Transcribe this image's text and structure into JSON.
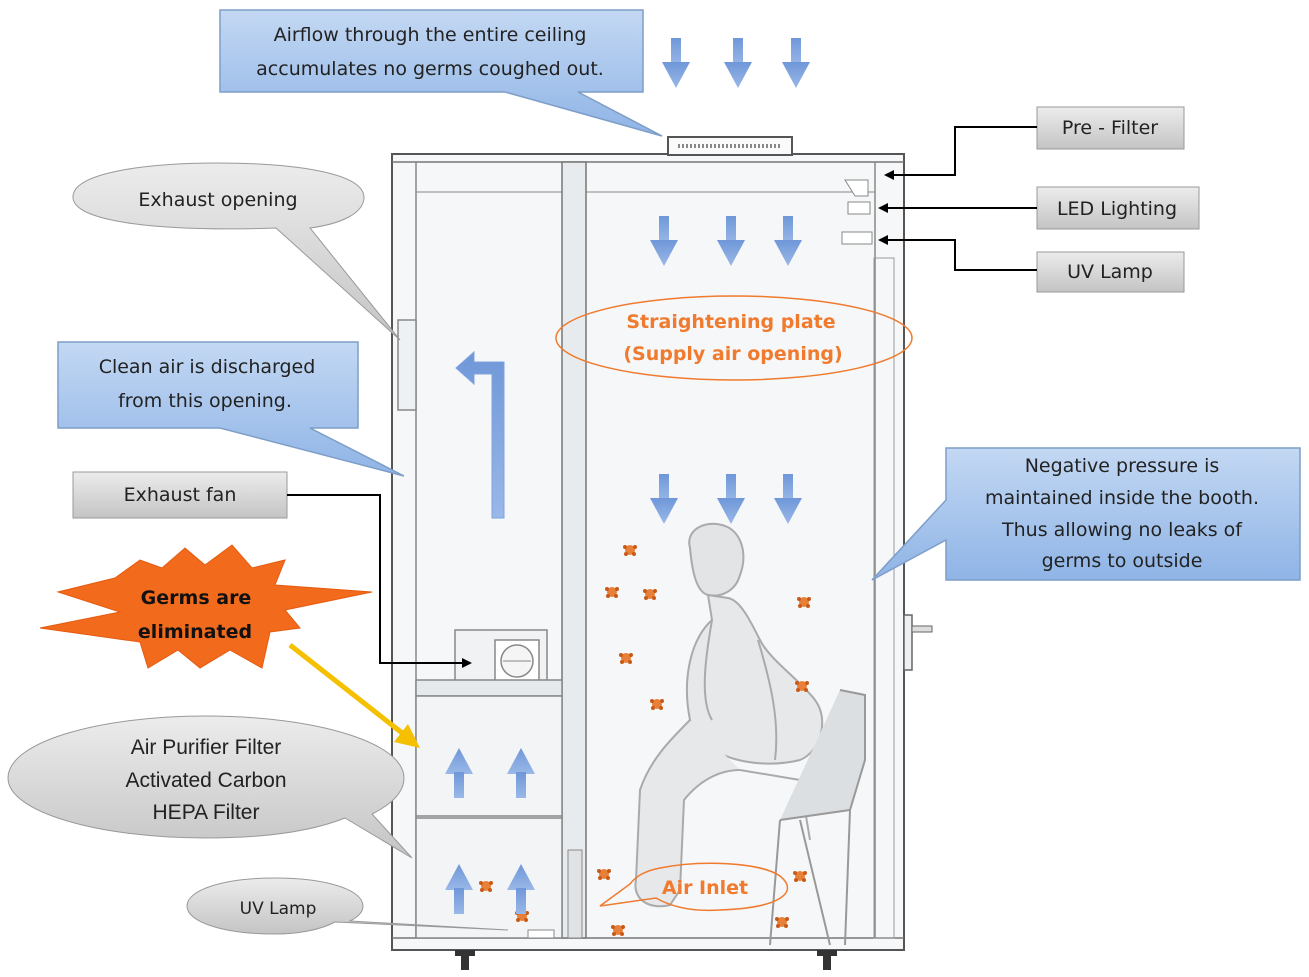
{
  "callouts": {
    "airflow_ceiling": [
      "Airflow through the entire ceiling",
      "accumulates no germs coughed out."
    ],
    "exhaust_opening": "Exhaust opening",
    "clean_air": [
      "Clean air is discharged",
      "from this opening."
    ],
    "negative_pressure": [
      "Negative pressure is",
      "maintained inside the booth.",
      "Thus allowing  no leaks of",
      "germs to outside"
    ],
    "air_purifier": [
      "Air Purifier Filter",
      "Activated Carbon",
      "HEPA Filter"
    ],
    "uv_lamp_bottom": "UV Lamp",
    "germs_eliminated": [
      "Germs are",
      "eliminated"
    ],
    "straightening_plate": [
      "Straightening plate",
      "(Supply air opening)"
    ],
    "air_inlet": "Air Inlet"
  },
  "labels": {
    "pre_filter": "Pre - Filter",
    "led_lighting": "LED Lighting",
    "uv_lamp_top": "UV Lamp",
    "exhaust_fan": "Exhaust fan"
  },
  "colors": {
    "blue_callout": "#9cc0ea",
    "gray_box": "#d4d4d4",
    "gray_ellipse": "#c8c8c8",
    "orange": "#f07a2e",
    "burst": "#f26b1d",
    "arrow_blue": "#7fa3dc",
    "yellow_arrow": "#f5c000"
  }
}
